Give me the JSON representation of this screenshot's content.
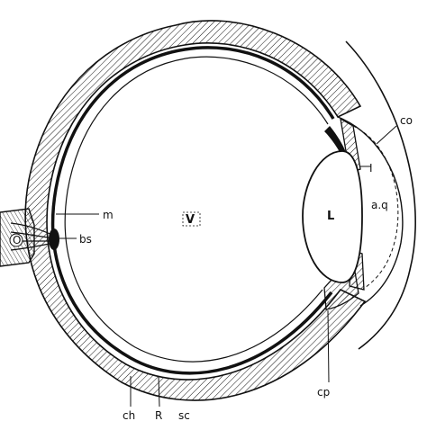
{
  "diagram": {
    "labels": {
      "co": "co",
      "aq": "a.q",
      "I": "I",
      "L": "L",
      "V": "V",
      "m": "m",
      "bs": "bs",
      "O": "O",
      "cp": "cp",
      "ch": "ch",
      "R": "R",
      "sc": "sc"
    },
    "colors": {
      "ink": "#111111",
      "paper": "#ffffff"
    }
  }
}
